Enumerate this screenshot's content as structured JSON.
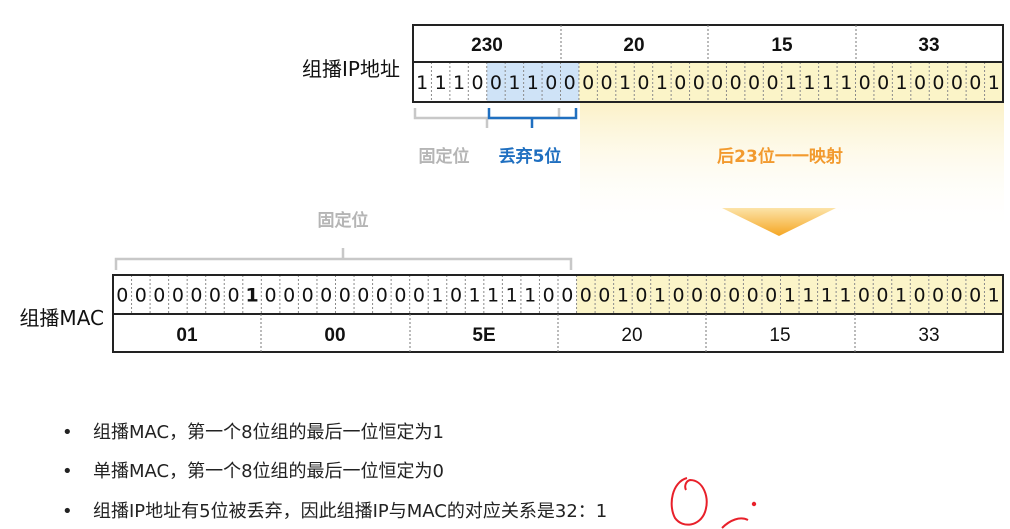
{
  "ip_row": {
    "label": "组播IP地址",
    "octets": [
      "230",
      "20",
      "15",
      "33"
    ],
    "bits": "11100110000101000000111100100001"
  },
  "mac_row": {
    "label": "组播MAC",
    "bits": "000000010000000001011110000101000000111100100001",
    "octets": [
      "01",
      "00",
      "5E",
      "20",
      "15",
      "33"
    ]
  },
  "annotations": {
    "fixed_ip": "固定位",
    "discard": "丢弃5位",
    "mapping": "后23位一一映射",
    "fixed_mac": "固定位"
  },
  "notes": [
    "组播MAC，第一个8位组的最后一位恒定为1",
    "单播MAC，第一个8位组的最后一位恒定为0",
    "组播IP地址有5位被丢弃，因此组播IP与MAC的对应关系是32：1"
  ],
  "colors": {
    "yellow": "#fbf4c8",
    "blue": "#cfe3f7",
    "blue_text": "#1f6fc0",
    "orange_text": "#f29a2e",
    "gray_text": "#b5b5b5",
    "marker_red": "#e8202a"
  }
}
